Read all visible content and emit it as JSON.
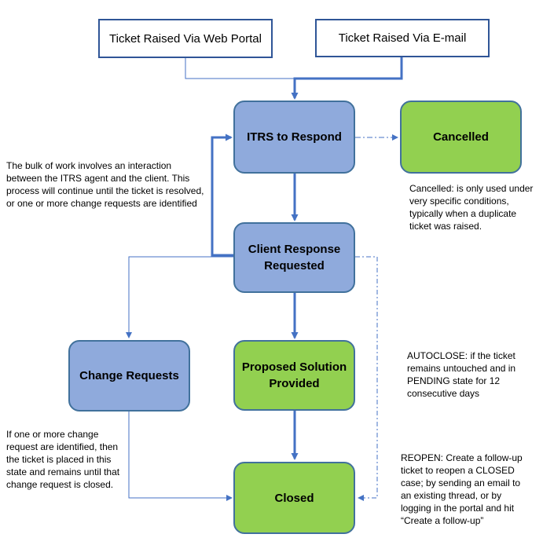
{
  "sources": {
    "web_portal": "Ticket Raised Via Web Portal",
    "email": "Ticket Raised Via E-mail"
  },
  "states": {
    "itrs_respond": "ITRS to Respond",
    "cancelled": "Cancelled",
    "client_response": "Client Response Requested",
    "change_requests": "Change Requests",
    "proposed_solution": "Proposed Solution Provided",
    "closed": "Closed"
  },
  "notes": {
    "bulk_work": "The bulk of work involves an interaction between the ITRS agent and the client. This process will continue until the ticket is resolved, or one or more change requests are identified",
    "cancelled": "Cancelled: is only used under very specific conditions, typically when a duplicate ticket was raised.",
    "autoclose": "AUTOCLOSE: if the ticket remains untouched and in PENDING state for 12 consecutive days",
    "change_requests": "If one or more change request are identified, then the ticket is placed in this state and remains until that change request is closed.",
    "reopen": "REOPEN: Create a follow-up ticket to reopen a CLOSED case; by sending an email to an existing thread, or by logging in the portal and hit “Create a follow-up”"
  },
  "colors": {
    "state_blue": "#8faadc",
    "state_green": "#92d050",
    "connector": "#4472c4"
  }
}
